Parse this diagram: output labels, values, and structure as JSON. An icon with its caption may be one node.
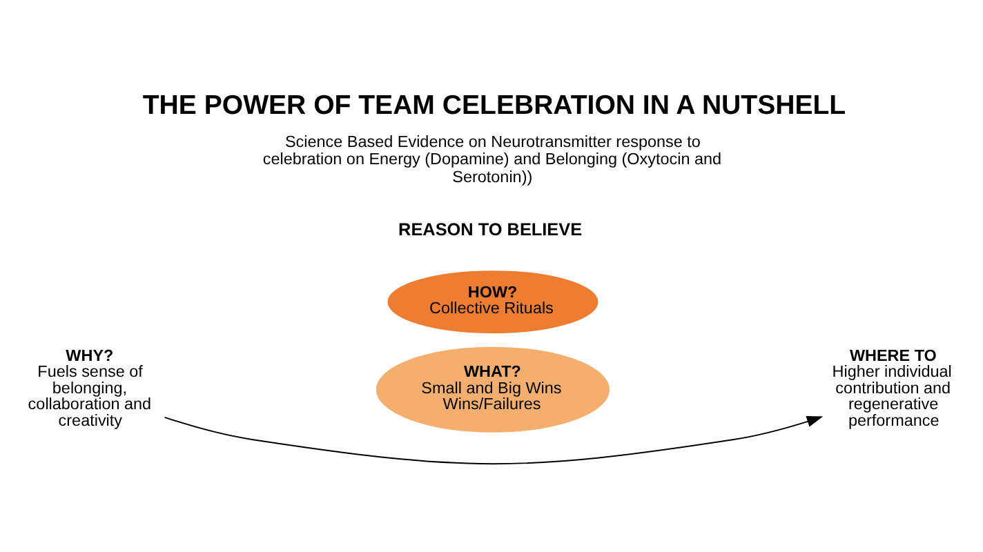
{
  "diagram": {
    "title": "THE POWER OF TEAM CELEBRATION IN A NUTSHELL",
    "nodes": [
      {
        "text": [
          "WHY?",
          "Fuels sense of belonging, collaboration and creativity"
        ]
      },
      {
        "text": [
          "WHAT?",
          "Small and Big Wins Wins/Failures"
        ]
      },
      {
        "text": [
          "HOW?",
          "Collective Rituals"
        ]
      },
      {
        "text": [
          "WHERE TO",
          "Higher individual contribution and regenerative performance"
        ]
      }
    ],
    "edges": [
      {
        "from": 0,
        "to": 3,
        "arrow": "to"
      }
    ],
    "labels": [
      "REASON TO BELIEVE",
      "Science Based Evidence on Neurotransmitter response to celebration on Energy (Dopamine) and Belonging (Oxytocin and Serotonin))"
    ]
  }
}
